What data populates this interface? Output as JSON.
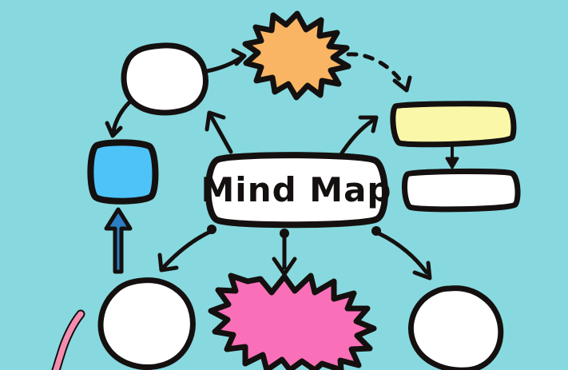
{
  "diagram": {
    "title": "Mind Map",
    "style": "hand-drawn marker sketch",
    "background_color": "#87d9df"
  },
  "center_node": {
    "label": "Mind Map",
    "shape": "rounded-rectangle",
    "fill": "#ffffff",
    "stroke": "#14100f",
    "text_color": "#14100f"
  },
  "nodes": [
    {
      "id": "node-top-left-blob",
      "label": "",
      "shape": "blob",
      "fill": "#ffffff",
      "stroke": "#14100f"
    },
    {
      "id": "node-orange-burst",
      "label": "",
      "shape": "starburst",
      "fill": "#f9b563",
      "stroke": "#14100f"
    },
    {
      "id": "node-yellow-bar",
      "label": "",
      "shape": "rounded-rectangle",
      "fill": "#faf8a8",
      "stroke": "#14100f"
    },
    {
      "id": "node-white-bar",
      "label": "",
      "shape": "rounded-rectangle",
      "fill": "#ffffff",
      "stroke": "#14100f"
    },
    {
      "id": "node-blue-square",
      "label": "",
      "shape": "rounded-square",
      "fill": "#4ec3f7",
      "stroke": "#14100f"
    },
    {
      "id": "node-bottom-left-circle",
      "label": "",
      "shape": "circle",
      "fill": "#ffffff",
      "stroke": "#14100f"
    },
    {
      "id": "node-pink-burst",
      "label": "",
      "shape": "starburst",
      "fill": "#f970b8",
      "stroke": "#14100f"
    },
    {
      "id": "node-bottom-right-circle",
      "label": "",
      "shape": "circle",
      "fill": "#ffffff",
      "stroke": "#14100f"
    }
  ],
  "connectors": [
    {
      "id": "connector-blob-to-orange",
      "from": "node-top-left-blob",
      "to": "node-orange-burst",
      "style": "solid-curved-arrow",
      "color": "#14100f"
    },
    {
      "id": "connector-orange-to-yellow",
      "from": "node-orange-burst",
      "to": "node-yellow-bar",
      "style": "dashed-curved-arrow",
      "color": "#14100f"
    },
    {
      "id": "connector-yellow-to-white",
      "from": "node-yellow-bar",
      "to": "node-white-bar",
      "style": "solid-straight-arrow",
      "color": "#14100f"
    },
    {
      "id": "connector-blob-to-blue",
      "from": "node-top-left-blob",
      "to": "node-blue-square",
      "style": "solid-curved-arrow",
      "color": "#14100f"
    },
    {
      "id": "connector-bottom-left-to-blue",
      "from": "node-bottom-left-circle",
      "to": "node-blue-square",
      "style": "thick-blue-arrow",
      "color": "#2b7fc4"
    },
    {
      "id": "connector-center-to-blob",
      "from": "center_node",
      "to": "node-top-left-blob",
      "style": "solid-straight-arrow",
      "color": "#14100f"
    },
    {
      "id": "connector-center-to-yellow",
      "from": "center_node",
      "to": "node-yellow-bar",
      "style": "solid-curved-arrow",
      "color": "#14100f"
    },
    {
      "id": "connector-center-to-bottom-left",
      "from": "center_node",
      "to": "node-bottom-left-circle",
      "style": "dot-origin-curved-arrow",
      "color": "#14100f"
    },
    {
      "id": "connector-center-to-pink",
      "from": "center_node",
      "to": "node-pink-burst",
      "style": "dot-origin-straight-arrow",
      "color": "#14100f"
    },
    {
      "id": "connector-center-to-bottom-right",
      "from": "center_node",
      "to": "node-bottom-right-circle",
      "style": "dot-origin-curved-arrow",
      "color": "#14100f"
    },
    {
      "id": "connector-pink-stroke",
      "from": "",
      "to": "node-bottom-left-circle",
      "style": "pink-curved-stroke",
      "color": "#f48cb0"
    }
  ]
}
